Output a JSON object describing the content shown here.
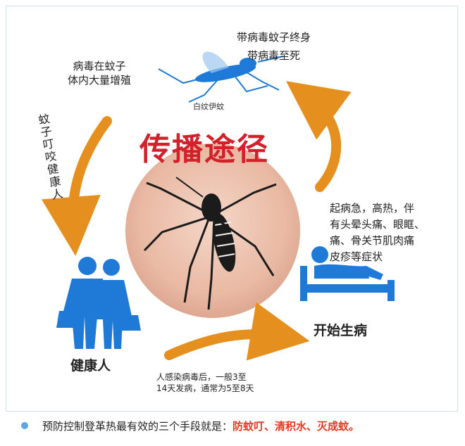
{
  "diagram": {
    "title": "传播途径",
    "top_right": "带病毒蚊子终身\n带病毒至死",
    "top_left": "病毒在蚊子\n体内大量增殖",
    "mosquito_label": "白纹伊蚊",
    "left_side": "蚊子叮咬健康人",
    "right_symptoms": "起病急，高热，伴\n有头晕头痛、眼眶、\n痛、骨关节肌肉痛\n皮疹等症状",
    "sick_label": "开始生病",
    "healthy_label": "健康人",
    "incubation": "人感染病毒后，一般3至\n14天发病，通常为5至8天"
  },
  "bullet": {
    "text": "预防控制登革热最有效的三个手段就是：",
    "highlight": "防蚊叮、清积水、灭成蚊。"
  },
  "colors": {
    "title_red": "#d3212b",
    "arrow_orange": "#e58f1e",
    "icon_blue": "#1e7ad6",
    "bullet_dot": "#5da6e6",
    "highlight_red": "#e23a1f"
  }
}
